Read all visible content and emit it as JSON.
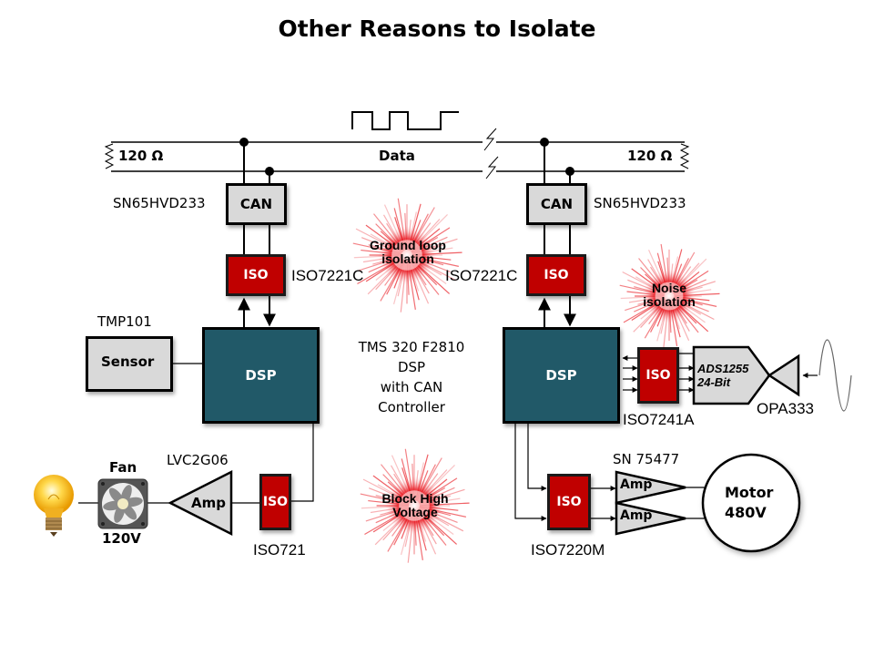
{
  "title": "Other Reasons to Isolate",
  "bus": {
    "left_termination": "120 Ω",
    "right_termination": "120 Ω",
    "data_label": "Data"
  },
  "left_node": {
    "transceiver_part": "SN65HVD233",
    "transceiver_label": "CAN",
    "isolator_label": "ISO",
    "isolator_part": "ISO7221C",
    "processor_label": "DSP",
    "sensor_part": "TMP101",
    "sensor_label": "Sensor"
  },
  "right_node": {
    "transceiver_part": "SN65HVD233",
    "transceiver_label": "CAN",
    "isolator_label": "ISO",
    "isolator_part": "ISO7221C",
    "processor_label": "DSP"
  },
  "dsp_description": [
    "TMS  320 F2810",
    "DSP",
    "with CAN",
    "Controller"
  ],
  "callouts": {
    "ground_loop": [
      "Ground loop",
      "isolation"
    ],
    "noise": [
      "Noise",
      "isolation"
    ],
    "high_voltage": [
      "Block High",
      "Voltage"
    ]
  },
  "fan_chain": {
    "fan_label": "Fan",
    "fan_voltage": "120V",
    "amp_part": "LVC2G06",
    "amp_label": "Amp",
    "isolator_label": "ISO",
    "isolator_part": "ISO721"
  },
  "adc_chain": {
    "isolator_label": "ISO",
    "isolator_part": "ISO7241A",
    "adc_name": "ADS1255",
    "adc_bits": "24-Bit",
    "opamp_part": "OPA333"
  },
  "motor_chain": {
    "isolator_label": "ISO",
    "isolator_part": "ISO7220M",
    "driver_part": "SN 75477",
    "amp_labels": [
      "Amp",
      "Amp"
    ],
    "motor_label": "Motor",
    "motor_voltage": "480V"
  },
  "colors": {
    "isolator": "#c00000",
    "dsp": "#215968",
    "block_gray": "#d9d9d9",
    "burst": "#e8141c"
  }
}
